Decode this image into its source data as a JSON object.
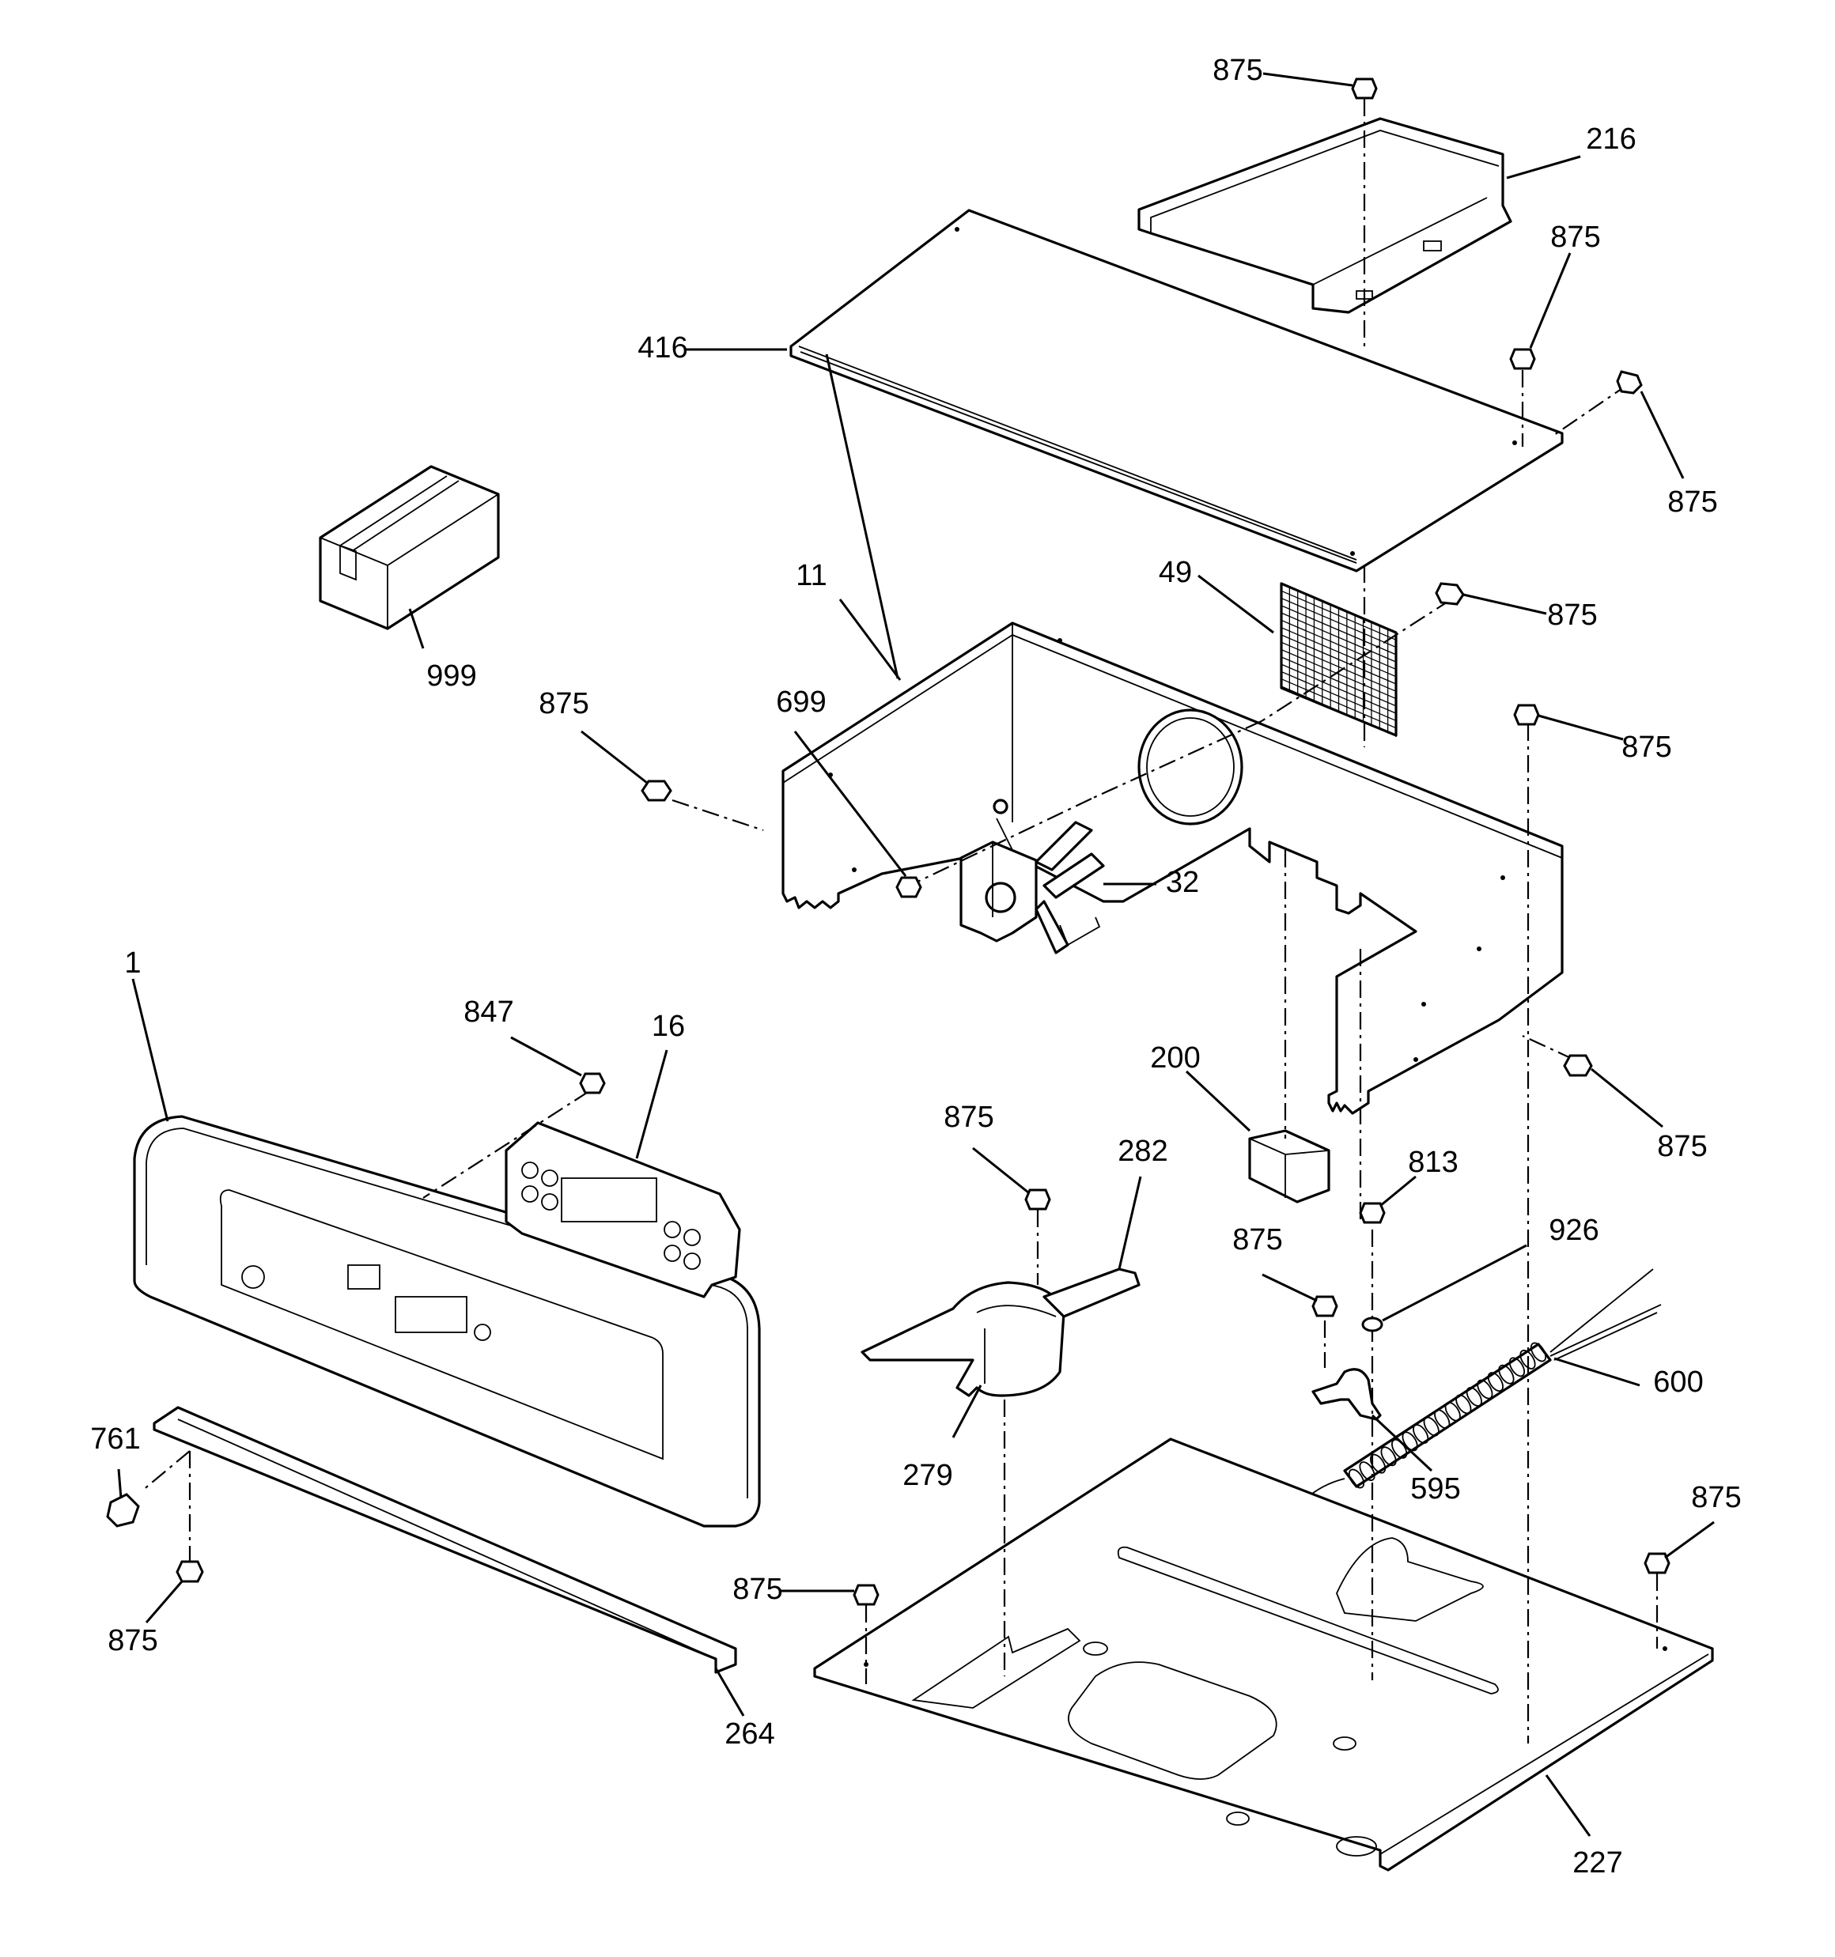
{
  "labels": {
    "c875_top": "875",
    "c216": "216",
    "c875_r1": "875",
    "c416": "416",
    "c875_r2": "875",
    "c999": "999",
    "c11": "11",
    "c49": "49",
    "c875_r3": "875",
    "c875_left": "875",
    "c699": "699",
    "c875_r4": "875",
    "c32": "32",
    "c1": "1",
    "c847": "847",
    "c16": "16",
    "c200": "200",
    "c875_r5": "875",
    "c875_mid": "875",
    "c282": "282",
    "c813": "813",
    "c875_clamp": "875",
    "c926": "926",
    "c600": "600",
    "c279": "279",
    "c595": "595",
    "c761": "761",
    "c875_bl": "875",
    "c875_br": "875",
    "c875_base": "875",
    "c264": "264",
    "c227": "227"
  },
  "colors": {
    "line": "#000000",
    "background": "#ffffff"
  }
}
